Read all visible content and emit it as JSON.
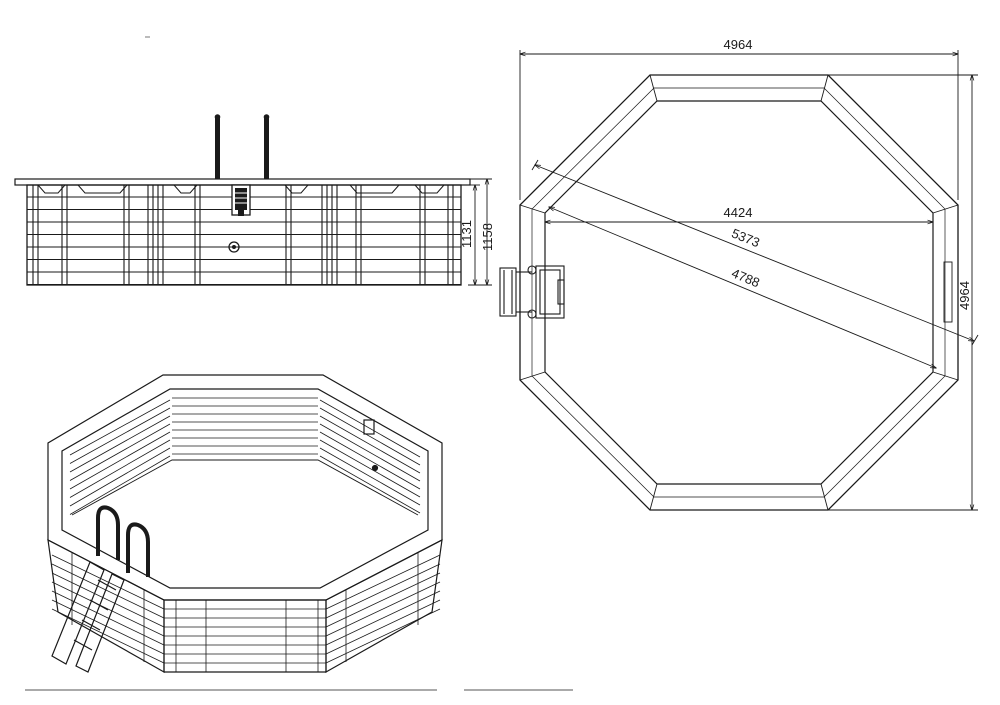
{
  "drawing": {
    "views": [
      "side-elevation",
      "isometric",
      "top-plan"
    ],
    "line_color": "#1a1a1a",
    "background": "#ffffff"
  },
  "side_elevation": {
    "dimensions": {
      "height_inner": "1131",
      "height_outer": "1158"
    }
  },
  "top_plan": {
    "dimensions": {
      "width": "4964",
      "depth": "4964",
      "inner_width": "4424",
      "diagonal_outer": "5373",
      "diagonal_inner": "4788"
    }
  }
}
